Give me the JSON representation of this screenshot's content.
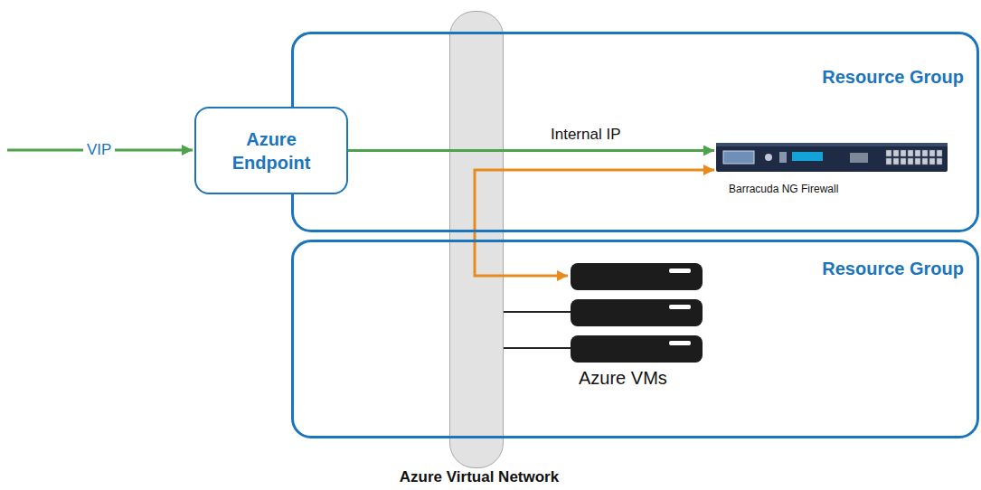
{
  "diagram": {
    "nodes": [
      {
        "text": [
          "Resource Group"
        ]
      },
      {
        "text": [
          "Azure Endpoint"
        ]
      },
      {
        "text": [
          "Barracuda NG Firewall"
        ],
        "in": 0
      },
      {
        "text": [
          "Resource Group"
        ]
      },
      {
        "text": [
          "Azure VMs"
        ],
        "in": 3
      },
      {
        "text": [
          "Azure Virtual Network"
        ]
      }
    ],
    "edges": [
      {
        "from": 1,
        "to": 2,
        "label": "Internal IP",
        "arrow": "to"
      },
      {
        "from": 2,
        "to": 4,
        "arrow": "both"
      }
    ],
    "labels": [
      "VIP"
    ]
  }
}
